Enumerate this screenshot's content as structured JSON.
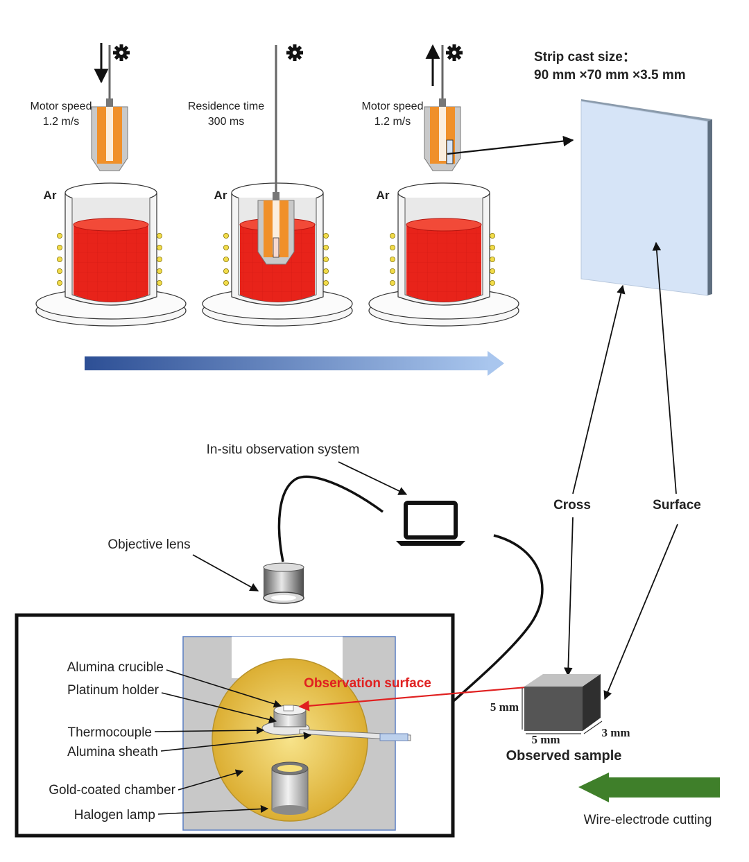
{
  "strip": {
    "title": "Strip cast size：",
    "size": "90 mm ×70 mm ×3.5 mm"
  },
  "stages": [
    {
      "label_line1": "Motor speed",
      "label_line2": "1.2 m/s",
      "gas": "Ar",
      "direction": "down"
    },
    {
      "label_line1": "Residence time",
      "label_line2": "300 ms",
      "gas": "Ar",
      "direction": "none"
    },
    {
      "label_line1": "Motor speed",
      "label_line2": "1.2 m/s",
      "gas": "Ar",
      "direction": "up"
    }
  ],
  "cut_directions": {
    "cross": "Cross",
    "surface": "Surface"
  },
  "observation": {
    "system": "In-situ observation system",
    "objective_lens": "Objective lens",
    "observation_surface": "Observation surface"
  },
  "chamber_labels": {
    "alumina_crucible": "Alumina crucible",
    "platinum_holder": "Platinum holder",
    "thermocouple": "Thermocouple",
    "alumina_sheath": "Alumina sheath",
    "gold_chamber": "Gold-coated chamber",
    "halogen_lamp": "Halogen lamp"
  },
  "sample": {
    "dim_height": "5 mm",
    "dim_width": "5 mm",
    "dim_depth": "3 mm",
    "title": "Observed sample"
  },
  "cutting": "Wire-electrode cutting",
  "colors": {
    "melt": "#e8231a",
    "nozzle": "#f0902a",
    "strip": "#d6e4f7",
    "gold": "#e8c233",
    "process_arrow": "#3a5fa8",
    "cut_arrow": "#3f7f2a",
    "obs_line": "#e02020"
  }
}
